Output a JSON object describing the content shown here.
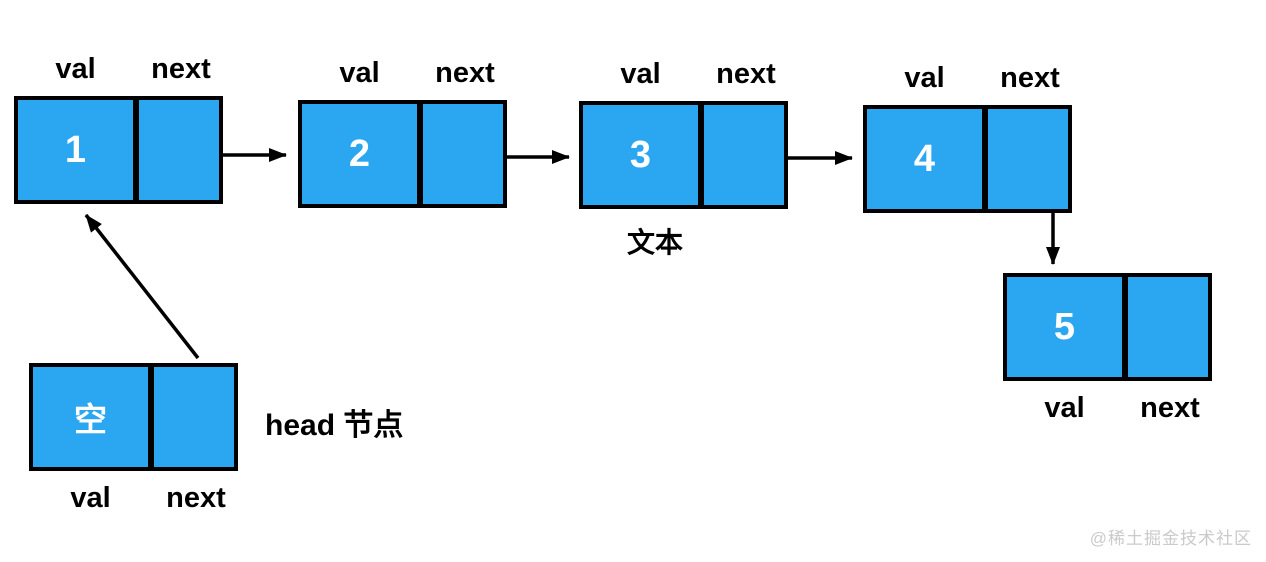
{
  "labels": {
    "val": "val",
    "next": "next"
  },
  "nodes": [
    {
      "name": "node-1",
      "value": "1",
      "label_position": "above"
    },
    {
      "name": "node-2",
      "value": "2",
      "label_position": "above"
    },
    {
      "name": "node-3",
      "value": "3",
      "label_position": "above"
    },
    {
      "name": "node-4",
      "value": "4",
      "label_position": "above"
    },
    {
      "name": "node-5",
      "value": "5",
      "label_position": "below"
    },
    {
      "name": "head-node",
      "value": "空",
      "label_position": "below"
    }
  ],
  "connections": [
    {
      "from": "node-1.next",
      "to": "node-2"
    },
    {
      "from": "node-2.next",
      "to": "node-3"
    },
    {
      "from": "node-3.next",
      "to": "node-4"
    },
    {
      "from": "node-4.next",
      "to": "node-5"
    },
    {
      "from": "head-node.next",
      "to": "node-1"
    }
  ],
  "annotations": {
    "node3_caption": "文本",
    "head_caption": "head 节点",
    "watermark": "@稀土掘金技术社区"
  },
  "colors": {
    "node_fill": "#2AA7F0",
    "stroke": "#000000",
    "value_text": "#FFFFFF",
    "watermark_text": "#C9CACB"
  }
}
